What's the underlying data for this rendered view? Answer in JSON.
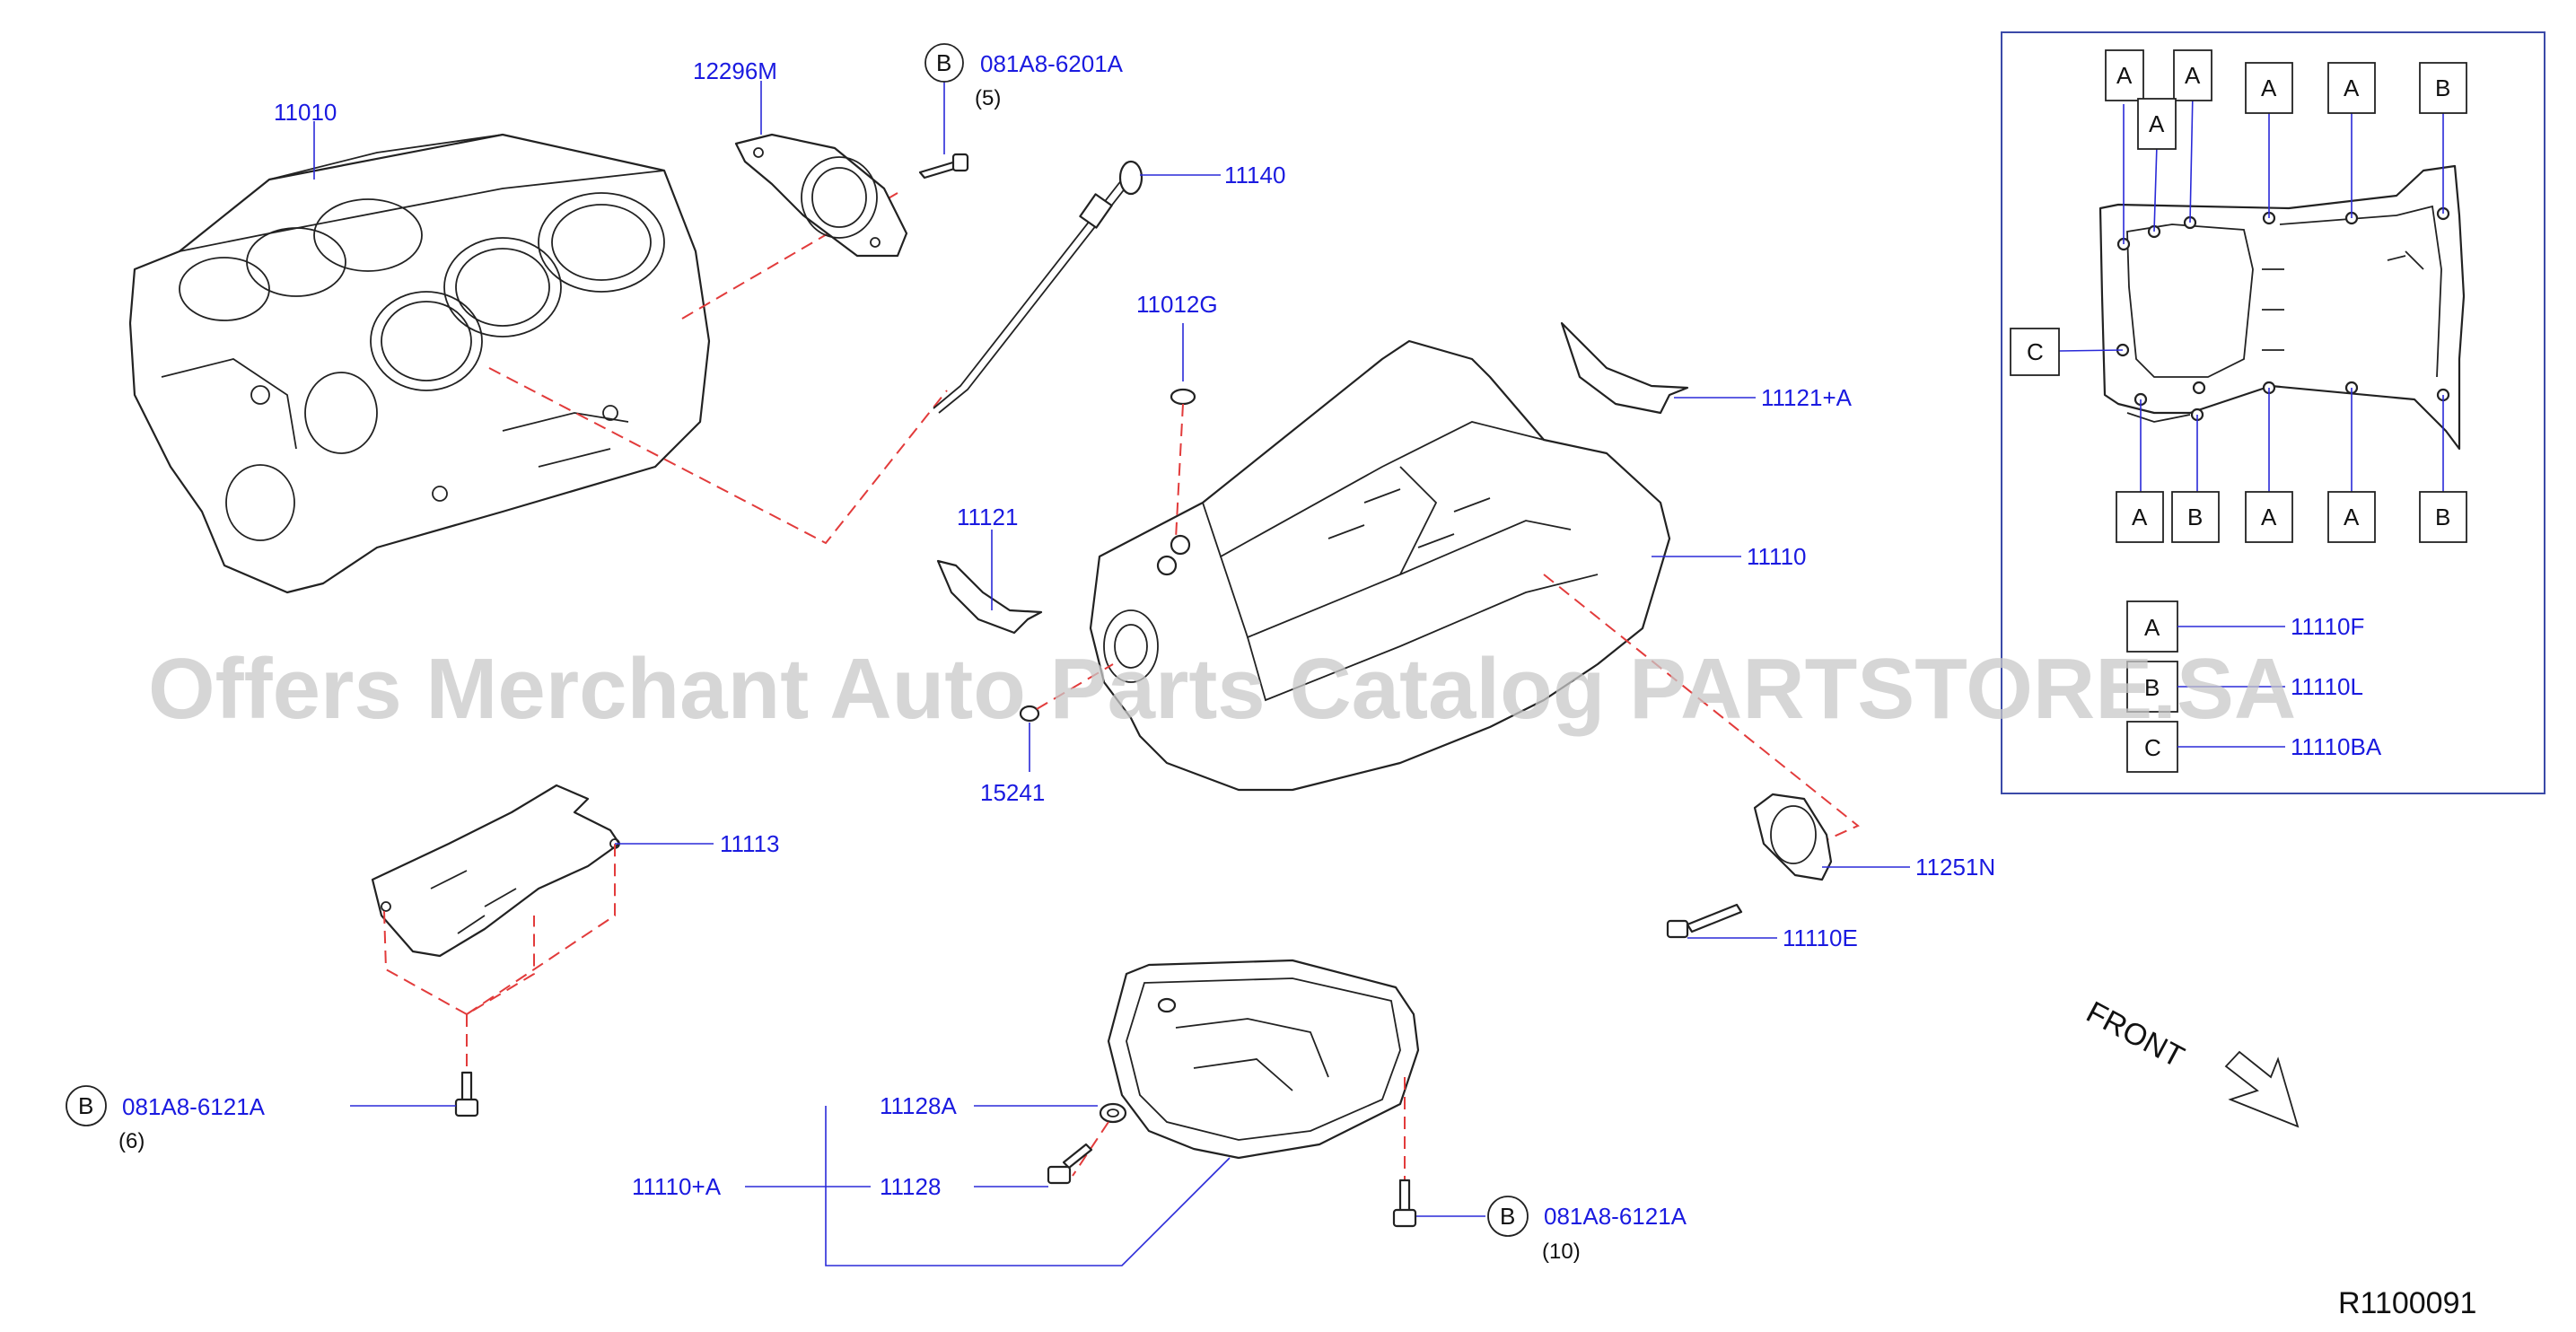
{
  "labels": {
    "p11010": "11010",
    "p12296m": "12296M",
    "p081a8_6201a": "081A8-6201A",
    "p11140": "11140",
    "p11012g": "11012G",
    "p11121a": "11121+A",
    "p11121": "11121",
    "p11110": "11110",
    "p15241": "15241",
    "p11113": "11113",
    "p11251n": "11251N",
    "p11110e": "11110E",
    "p081a8_6121a_left": "081A8-6121A",
    "p11128a": "11128A",
    "p11110a": "11110+A",
    "p11128": "11128",
    "p081a8_6121a_right": "081A8-6121A"
  },
  "counts": {
    "c5": "(5)",
    "c6": "(6)",
    "c10": "(10)"
  },
  "markers": {
    "a": "A",
    "b": "B",
    "c": "C"
  },
  "legend": [
    {
      "marker": "A",
      "part": "11110F"
    },
    {
      "marker": "B",
      "part": "11110L"
    },
    {
      "marker": "C",
      "part": "11110BA"
    }
  ],
  "front": "FRONT",
  "reference": "R1100091",
  "watermark": "Offers Merchant Auto Parts Catalog PARTSTORE.SA",
  "colors": {
    "label": "#1a1ae0",
    "leader": "#2a2ad8",
    "dashed": "#e23b3b",
    "line": "#222222"
  }
}
